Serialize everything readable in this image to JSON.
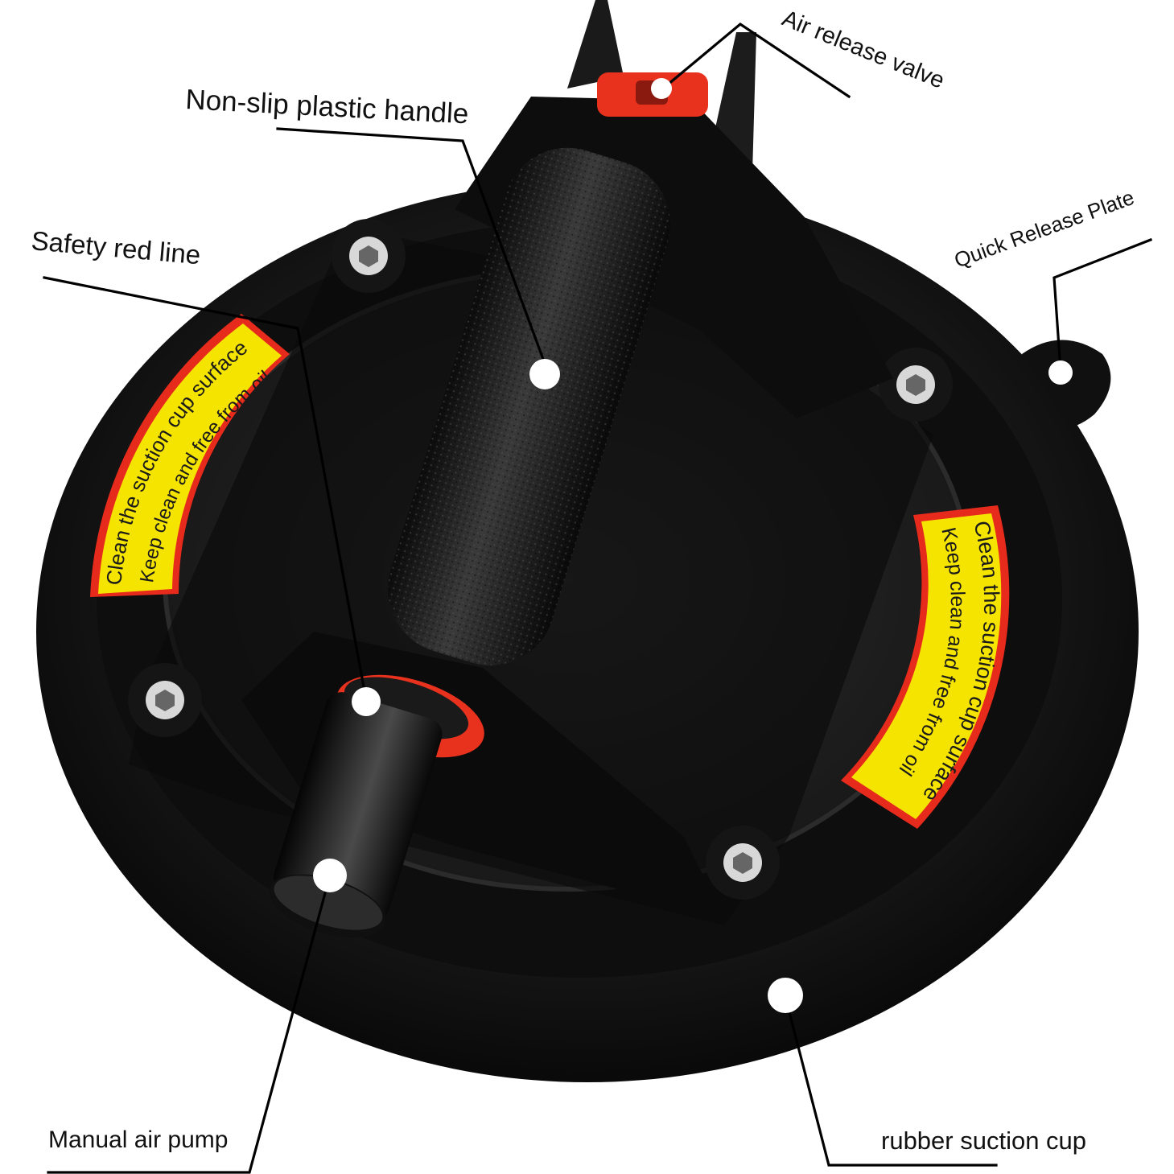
{
  "callouts": {
    "air_release_valve": "Air release valve",
    "non_slip_handle": "Non-slip plastic handle",
    "safety_red_line": "Safety red line",
    "quick_release_plate": "Quick Release Plate",
    "manual_air_pump": "Manual air pump",
    "rubber_suction_cup": "rubber suction cup"
  },
  "stickers": {
    "line1": "Clean the suction cup surface",
    "line2": "Keep clean and free from oil"
  },
  "colors": {
    "background": "#ffffff",
    "cup_body": "#111111",
    "sticker_yellow": "#f5e400",
    "sticker_red": "#e62a1c",
    "accent_red": "#e8321e"
  }
}
